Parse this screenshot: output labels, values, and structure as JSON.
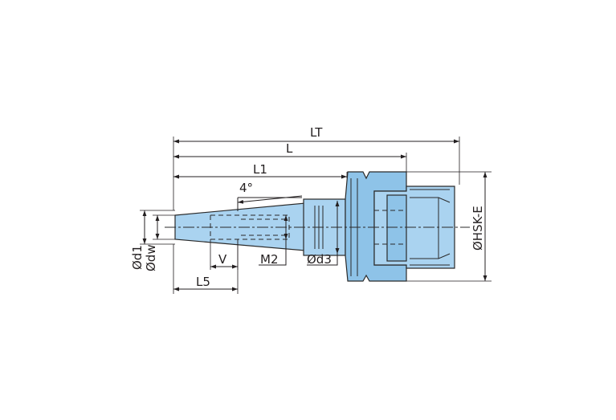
{
  "dimensions": {
    "lt": "LT",
    "l": "L",
    "l1": "L1",
    "angle": "4°",
    "d1": "Ød1",
    "dw": "Ødw",
    "v": "V",
    "m2": "M2",
    "d3": "Ød3",
    "l5": "L5",
    "hsk": "ØHSK-E"
  },
  "colors": {
    "body": "#aad3f0",
    "body_dark": "#8ec3e8",
    "line": "#231f20"
  }
}
